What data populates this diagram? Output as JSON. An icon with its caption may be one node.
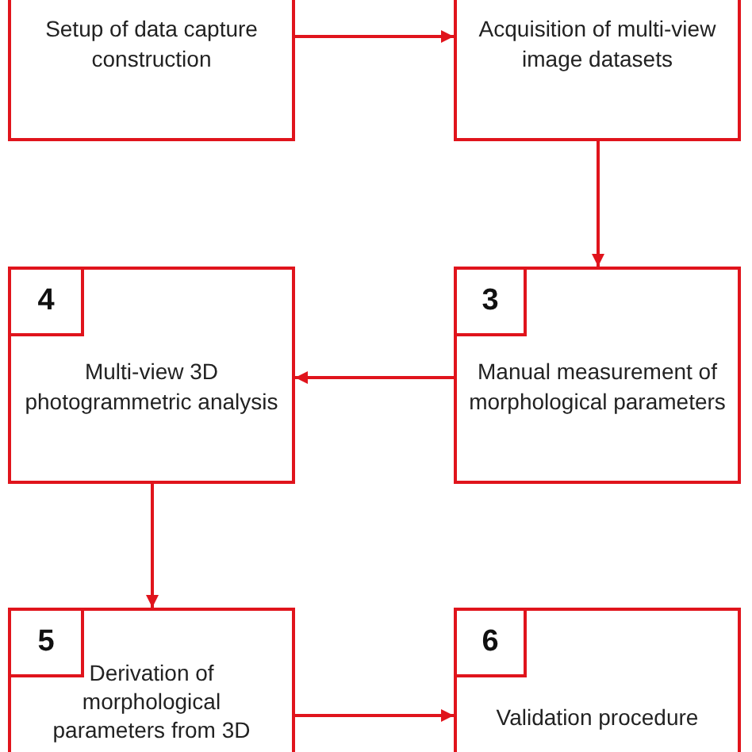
{
  "diagram": {
    "nodes": [
      {
        "text": [
          "Setup of data capture construction"
        ]
      },
      {
        "text": [
          "Acquisition of multi-view image datasets"
        ]
      },
      {
        "text": [
          "Multi-view 3D photogrammetric analysis"
        ]
      },
      {
        "text": [
          "4"
        ],
        "in": 2
      },
      {
        "text": [
          "Manual measurement of morphological parameters"
        ]
      },
      {
        "text": [
          "3"
        ],
        "in": 4
      },
      {
        "text": [
          "Derivation of morphological parameters from 3D"
        ]
      },
      {
        "text": [
          "5"
        ],
        "in": 6
      },
      {
        "text": [
          "Validation procedure"
        ]
      },
      {
        "text": [
          "6"
        ],
        "in": 8
      }
    ],
    "edges": [
      {
        "from": 0,
        "to": 1,
        "arrow": "to"
      },
      {
        "from": 1,
        "to": 4,
        "arrow": "to"
      },
      {
        "from": 4,
        "to": 2,
        "arrow": "to"
      },
      {
        "from": 2,
        "to": 6,
        "arrow": "to"
      },
      {
        "from": 6,
        "to": 8,
        "arrow": "to"
      }
    ]
  }
}
